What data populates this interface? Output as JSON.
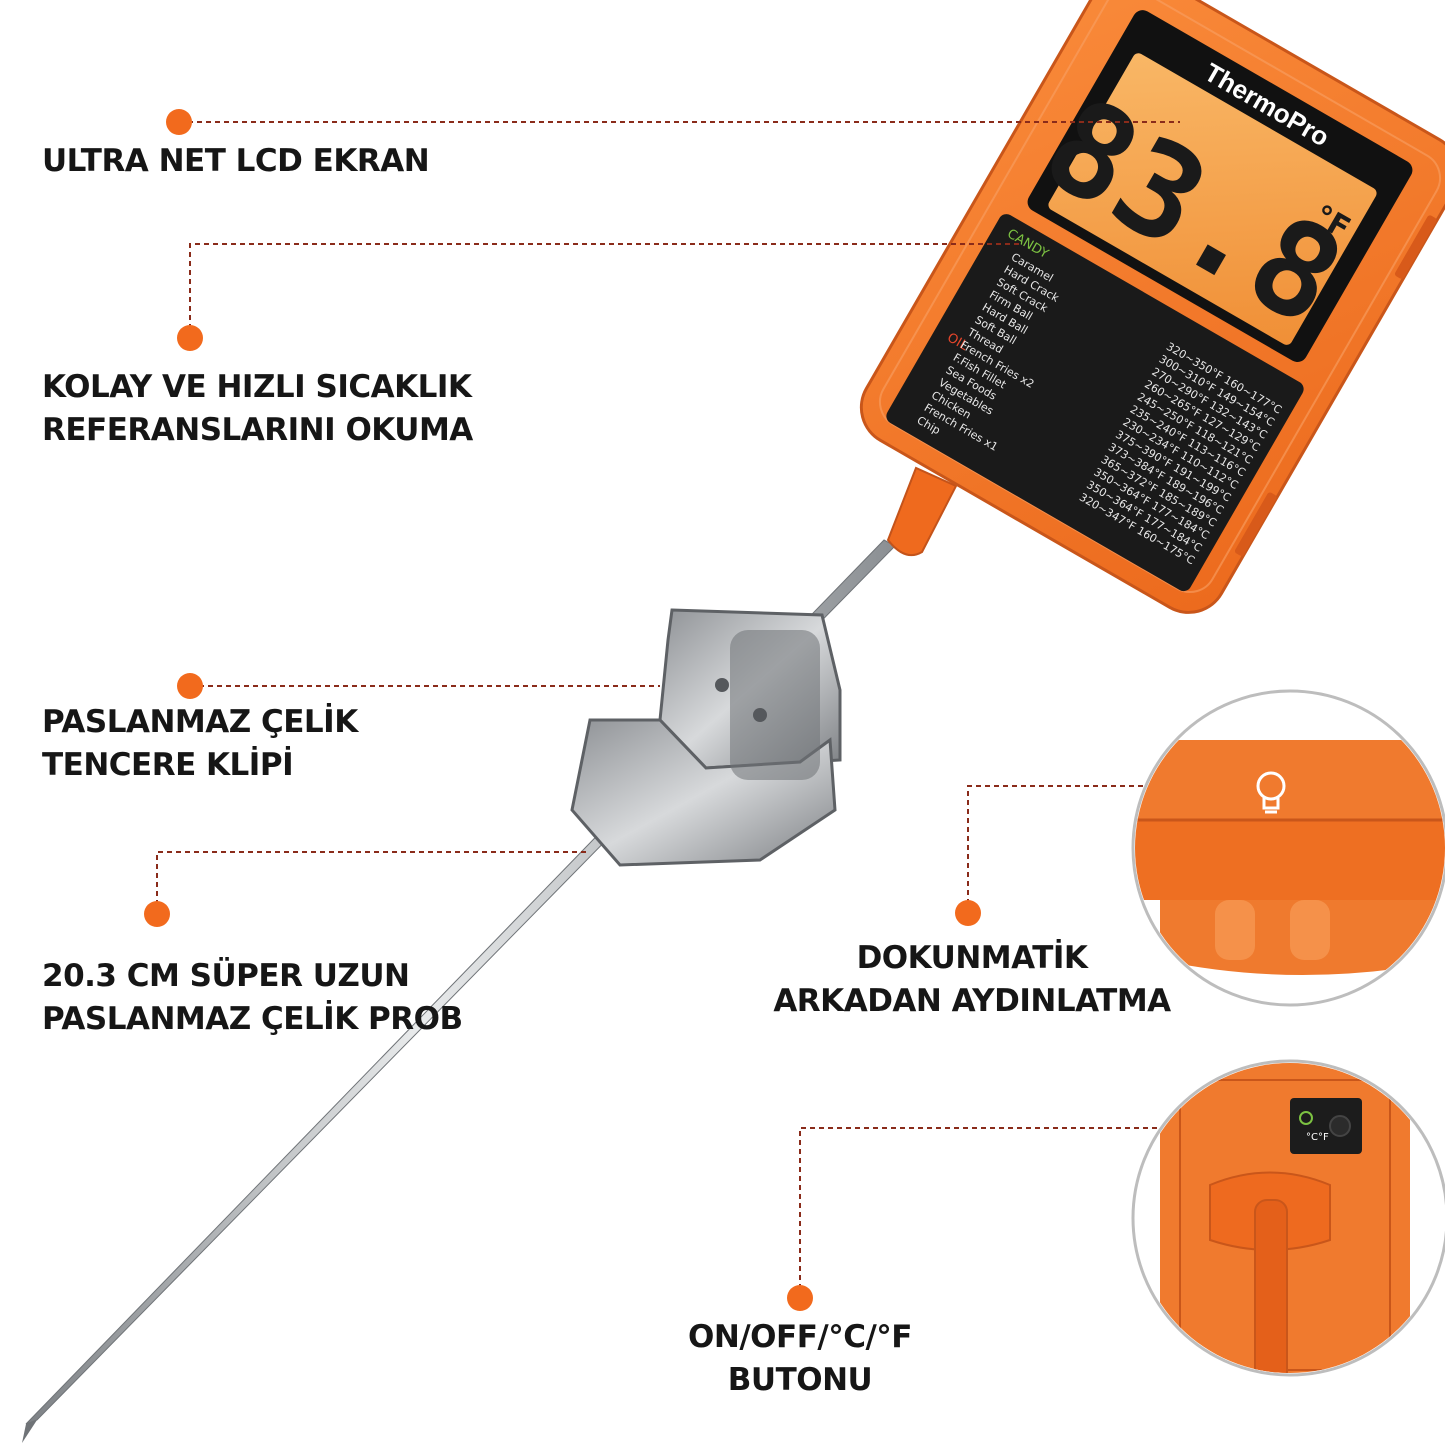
{
  "colors": {
    "accent": "#f26a1d",
    "body_orange": "#f47a2c",
    "lcd_backlight": "#f7a24a",
    "panel_dark": "#1a1a1a",
    "steel": "#b9bcbf",
    "text": "#161616"
  },
  "features": [
    {
      "lines": [
        "ULTRA NET LCD EKRAN"
      ]
    },
    {
      "lines": [
        "KOLAY VE HIZLI SICAKLIK",
        "REFERANSLARINI OKUMA"
      ]
    },
    {
      "lines": [
        "PASLANMAZ ÇELİK",
        "TENCERE KLİPİ"
      ]
    },
    {
      "lines": [
        "20.3 CM SÜPER UZUN",
        "PASLANMAZ ÇELİK PROB"
      ]
    },
    {
      "lines": [
        "DOKUNMATİK",
        "ARKADAN AYDINLATMA"
      ]
    },
    {
      "lines": [
        "ON/OFF/°C/°F",
        "BUTONU"
      ]
    }
  ],
  "device": {
    "brand": "ThermoPro",
    "reading": "83.8",
    "unit": "°F",
    "button_label": "°C°F",
    "table": {
      "candy_label": "CANDY",
      "oil_label": "OIL",
      "rows": [
        {
          "name": "Caramel",
          "value": "320~350°F  160~177°C"
        },
        {
          "name": "Hard Crack",
          "value": "300~310°F  149~154°C"
        },
        {
          "name": "Soft Crack",
          "value": "270~290°F  132~143°C"
        },
        {
          "name": "Firm Ball",
          "value": "260~265°F  127~129°C"
        },
        {
          "name": "Hard Ball",
          "value": "245~250°F  118~121°C"
        },
        {
          "name": "Soft Ball",
          "value": "235~240°F  113~116°C"
        },
        {
          "name": "Thread",
          "value": "230~234°F  110~112°C"
        },
        {
          "name": "French Fries x2",
          "value": "375~390°F  191~199°C"
        },
        {
          "name": "F.Fish Fillet",
          "value": "373~384°F  189~196°C"
        },
        {
          "name": "Sea Foods",
          "value": "365~372°F  185~189°C"
        },
        {
          "name": "Vegetables",
          "value": "350~364°F  177~184°C"
        },
        {
          "name": "Chicken",
          "value": "350~364°F  177~184°C"
        },
        {
          "name": "French Fries x1",
          "value": "320~347°F  160~175°C"
        },
        {
          "name": "Chip",
          "value": ""
        }
      ]
    }
  }
}
